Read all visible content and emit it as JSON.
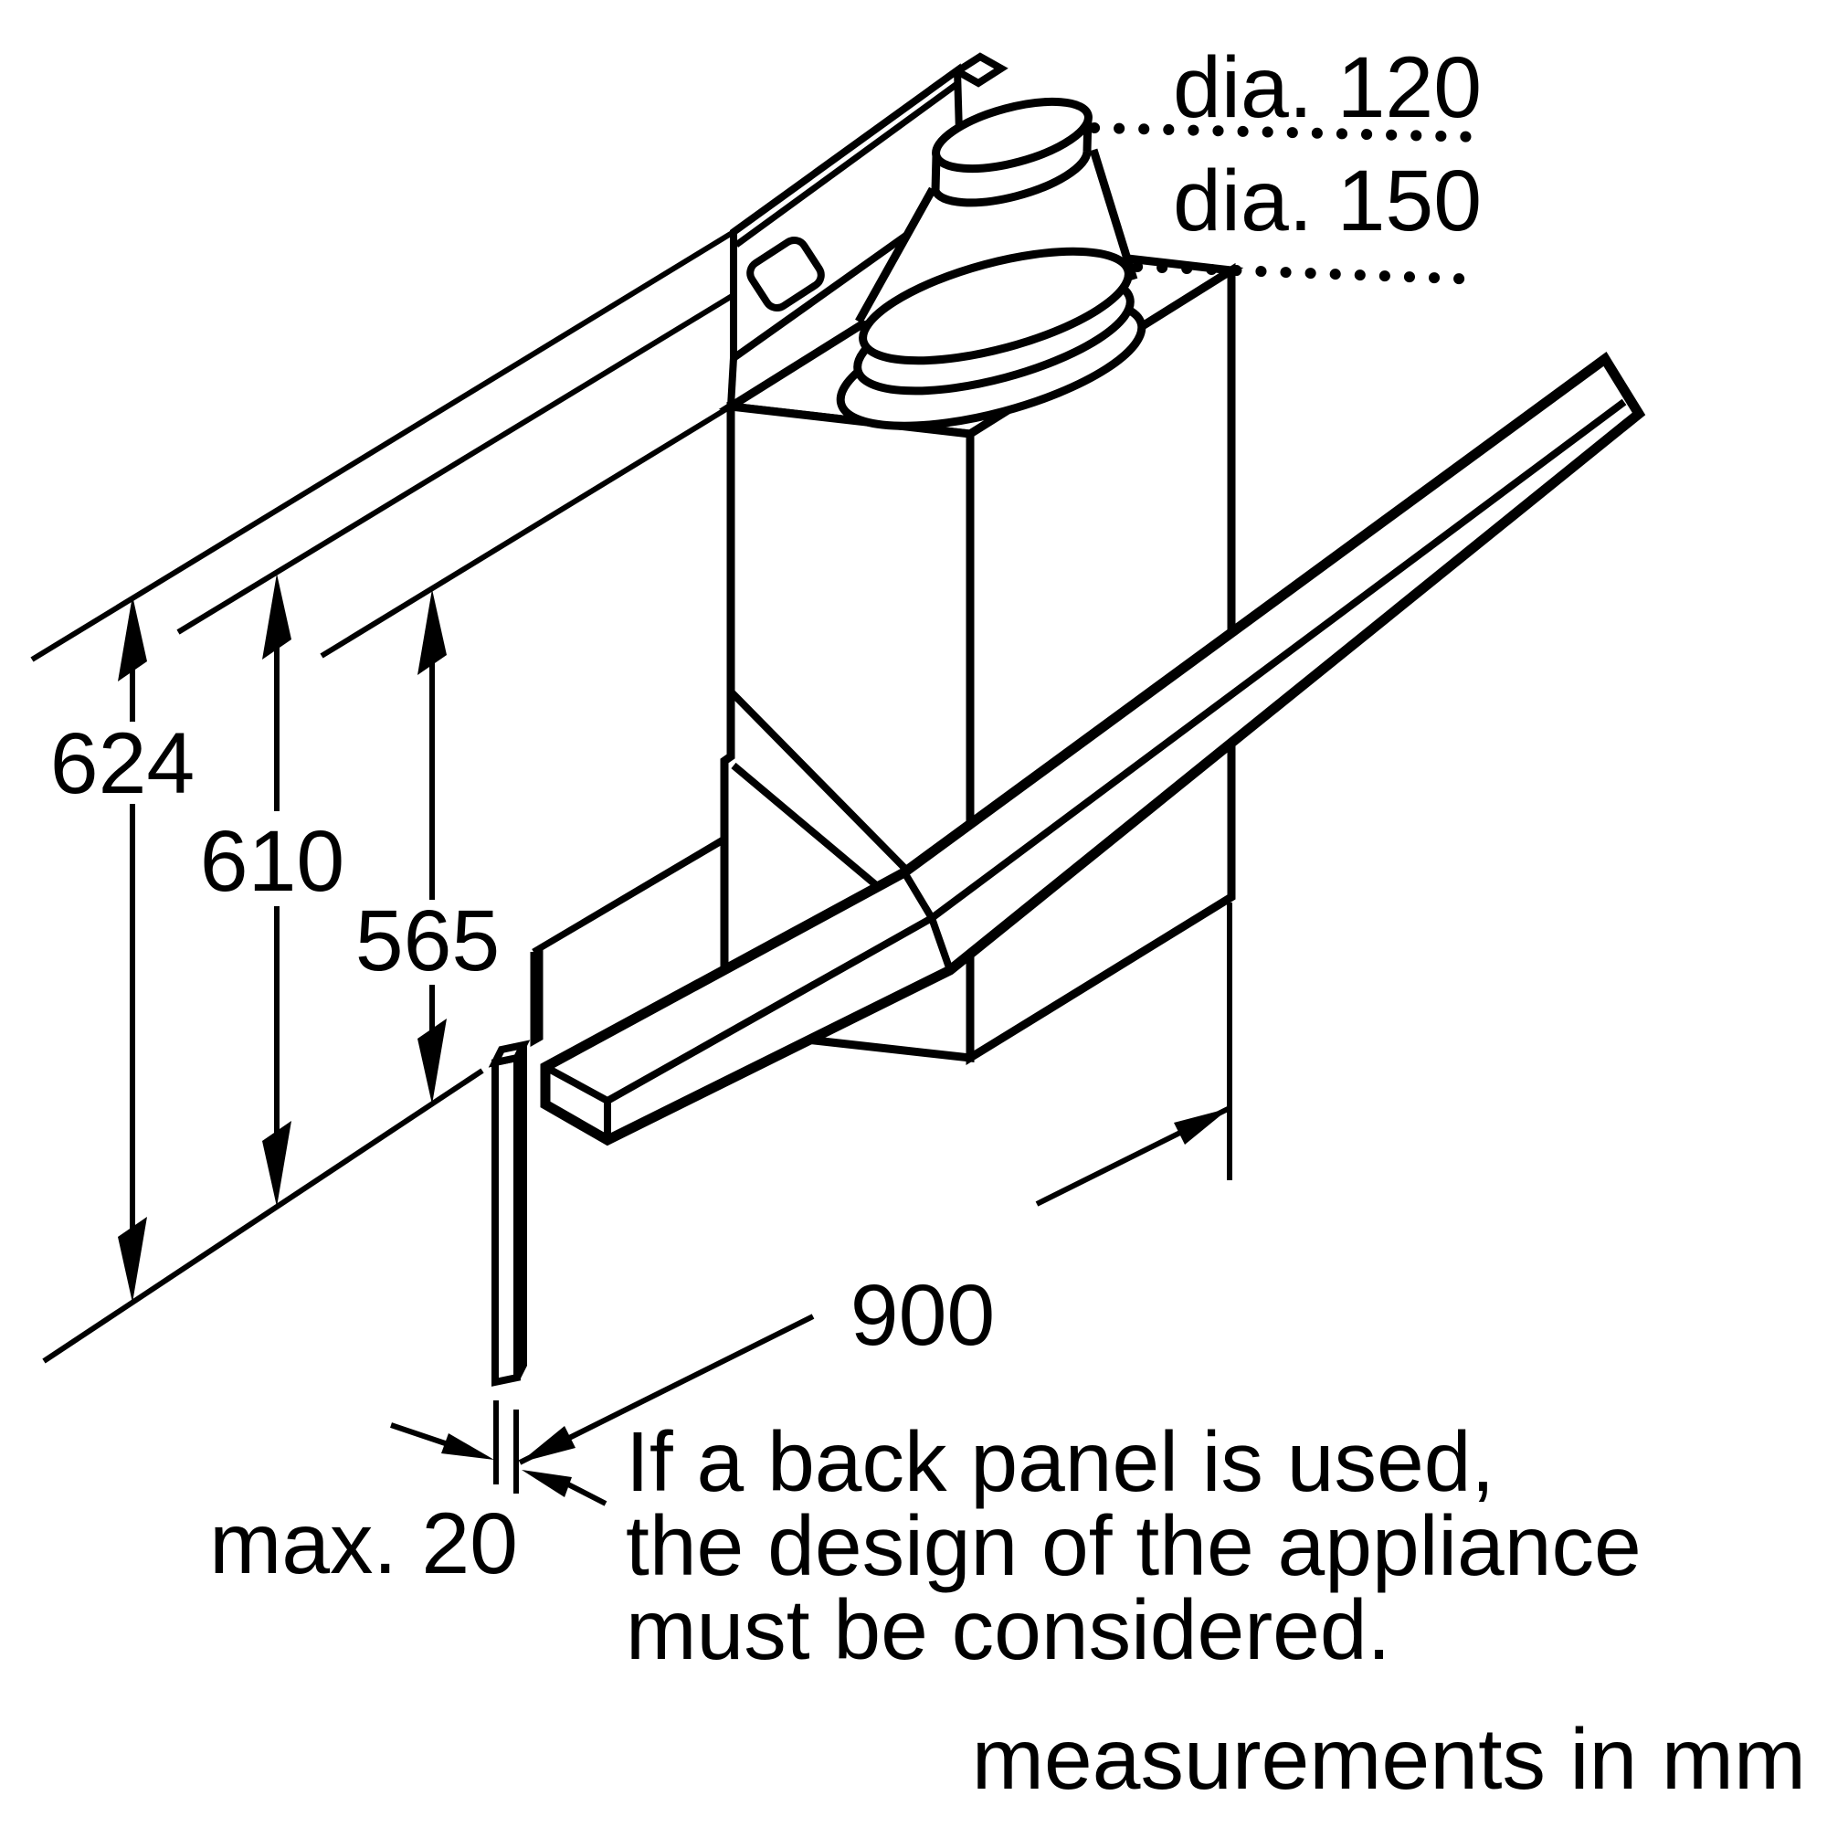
{
  "diagram": {
    "type": "appliance-installation-drawing",
    "background_color": "#ffffff",
    "line_color": "#000000",
    "labels": {
      "duct_diameter_small": "dia. 120",
      "duct_diameter_large": "dia. 150",
      "height_to_top_rail": "624",
      "height_mid": "610",
      "height_to_bottom": "565",
      "hood_width": "900",
      "back_panel_thickness": "max. 20"
    },
    "note": {
      "line1": "If a back panel is used,",
      "line2": "the design of the appliance",
      "line3": "must be considered."
    },
    "footer": "measurements in mm"
  }
}
